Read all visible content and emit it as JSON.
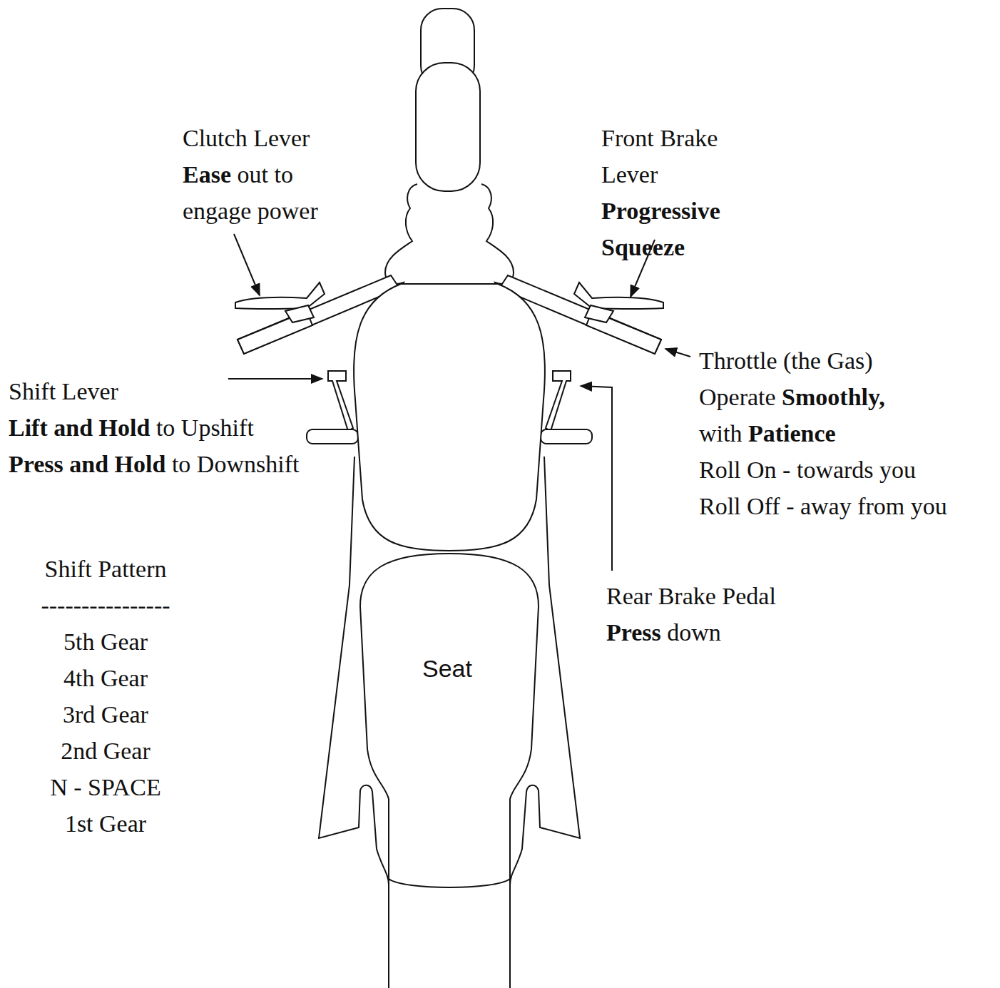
{
  "diagram": {
    "labels": [
      "Clutch Lever",
      "Ease",
      "out to engage power",
      "Front Brake Lever",
      "Progressive Squeeze",
      "Shift Lever",
      "Lift and Hold",
      "to Upshift",
      "Press and Hold",
      "to Downshift",
      "Throttle (the Gas)",
      "Operate",
      "Smoothly,",
      "with",
      "Patience",
      "Roll On - towards you",
      "Roll Off - away from you",
      "Rear Brake Pedal",
      "Press",
      "down",
      "Shift Pattern",
      "----------------",
      "5th Gear",
      "4th Gear",
      "3rd Gear",
      "2nd Gear",
      "N - SPACE",
      "1st Gear",
      "Seat"
    ]
  }
}
